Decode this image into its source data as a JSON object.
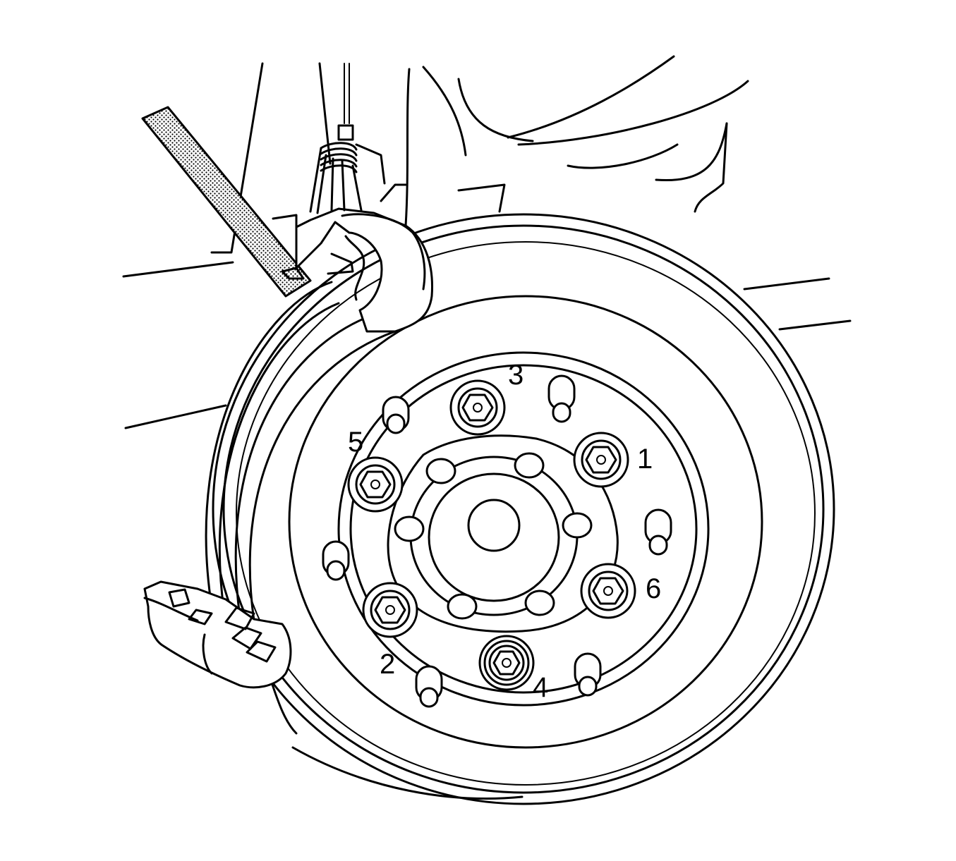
{
  "diagram": {
    "style": "black line art on white",
    "colors": {
      "line": "#000000",
      "background": "#ffffff"
    },
    "tightening_sequence": [
      {
        "id": "1",
        "label": "1"
      },
      {
        "id": "2",
        "label": "2"
      },
      {
        "id": "3",
        "label": "3"
      },
      {
        "id": "4",
        "label": "4"
      },
      {
        "id": "5",
        "label": "5"
      },
      {
        "id": "6",
        "label": "6"
      }
    ]
  }
}
